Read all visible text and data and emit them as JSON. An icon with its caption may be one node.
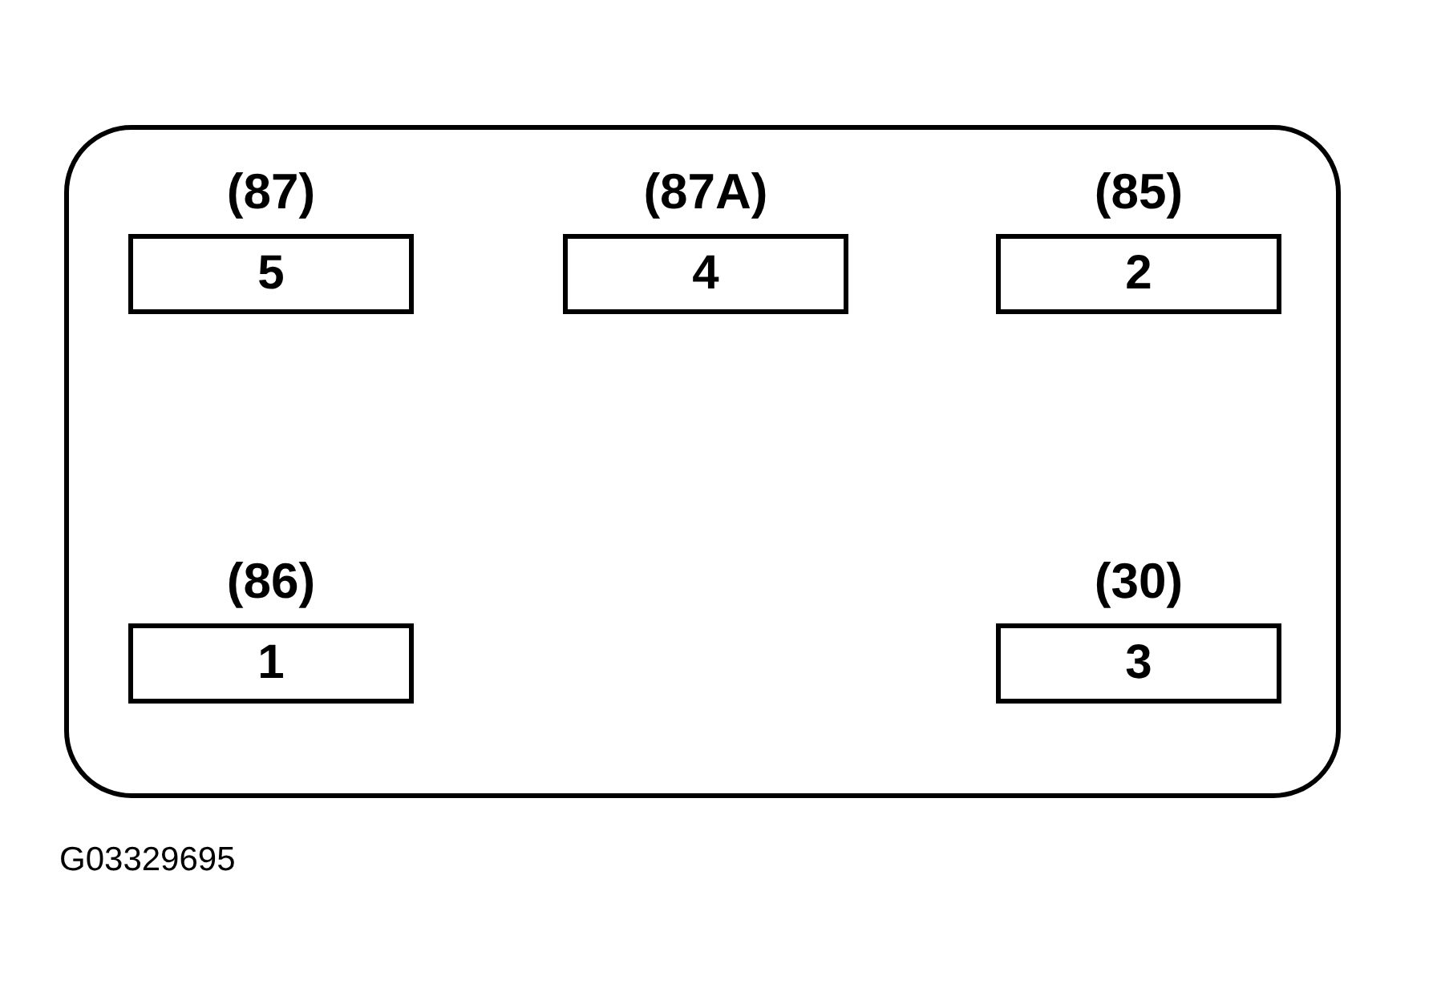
{
  "diagram": {
    "nodes": [
      {
        "text": [],
        "shape": "box"
      },
      {
        "text": [
          "(87)",
          "5"
        ],
        "in": 0
      },
      {
        "text": [
          "(87A)",
          "4"
        ],
        "in": 0
      },
      {
        "text": [
          "(85)",
          "2"
        ],
        "in": 0
      },
      {
        "text": [
          "(86)",
          "1"
        ],
        "in": 0
      },
      {
        "text": [
          "(30)",
          "3"
        ],
        "in": 0
      }
    ],
    "edges": [],
    "labels": [
      "G03329695"
    ]
  }
}
